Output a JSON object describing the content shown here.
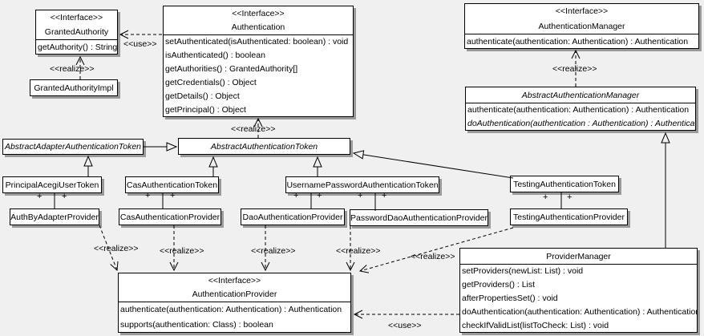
{
  "diagram": {
    "background": "#f0f0f0",
    "box_fill": "#ffffff",
    "box_border": "#000000",
    "shadow_color": "#9a9a9a"
  },
  "labels": {
    "use": "<<use>>",
    "realize": "<<realize>>",
    "plus": "+"
  },
  "classes": {
    "granted_authority": {
      "stereotype": "<<Interface>>",
      "name": "GrantedAuthority",
      "methods": [
        "getAuthority() : String"
      ]
    },
    "granted_authority_impl": {
      "name": "GrantedAuthorityImpl"
    },
    "authentication": {
      "stereotype": "<<Interface>>",
      "name": "Authentication",
      "methods": [
        "setAuthenticated(isAuthenticated: boolean) : void",
        "isAuthenticated() : boolean",
        "getAuthorities() : GrantedAuthority[]",
        "getCredentials() : Object",
        "getDetails() : Object",
        "getPrincipal() : Object"
      ]
    },
    "authentication_manager": {
      "stereotype": "<<Interface>>",
      "name": "AuthenticationManager",
      "methods": [
        "authenticate(authentication: Authentication) : Authentication"
      ]
    },
    "abstract_authentication_manager": {
      "name": "AbstractAuthenticationManager",
      "methods": [
        "authenticate(authentication: Authentication) : Authentication",
        "doAuthentication(authentication : Authentication) : Authentication"
      ]
    },
    "abstract_adapter_authentication_token": {
      "name": "AbstractAdapterAuthenticationToken"
    },
    "abstract_authentication_token": {
      "name": "AbstractAuthenticationToken"
    },
    "principal_acegi_user_token": {
      "name": "PrincipalAcegiUserToken"
    },
    "cas_authentication_token": {
      "name": "CasAuthenticationToken"
    },
    "username_password_authentication_token": {
      "name": "UsernamePasswordAuthenticationToken"
    },
    "testing_authentication_token": {
      "name": "TestingAuthenticationToken"
    },
    "auth_by_adapter_provider": {
      "name": "AuthByAdapterProvider"
    },
    "cas_authentication_provider": {
      "name": "CasAuthenticationProvider"
    },
    "dao_authentication_provider": {
      "name": "DaoAuthenticationProvider"
    },
    "password_dao_authentication_provider": {
      "name": "PasswordDaoAuthenticationProvider"
    },
    "testing_authentication_provider": {
      "name": "TestingAuthenticationProvider"
    },
    "provider_manager": {
      "name": "ProviderManager",
      "methods": [
        "setProviders(newList: List) : void",
        "getProviders() : List",
        "afterPropertiesSet() : void",
        "doAuthentication(authentication: Authentication) : Authentication",
        "checkIfValidList(listToCheck: List) : void"
      ]
    },
    "authentication_provider": {
      "stereotype": "<<Interface>>",
      "name": "AuthenticationProvider",
      "methods": [
        "authenticate(authentication: Authentication) : Authentication",
        "supports(authentication: Class) : boolean"
      ]
    }
  }
}
